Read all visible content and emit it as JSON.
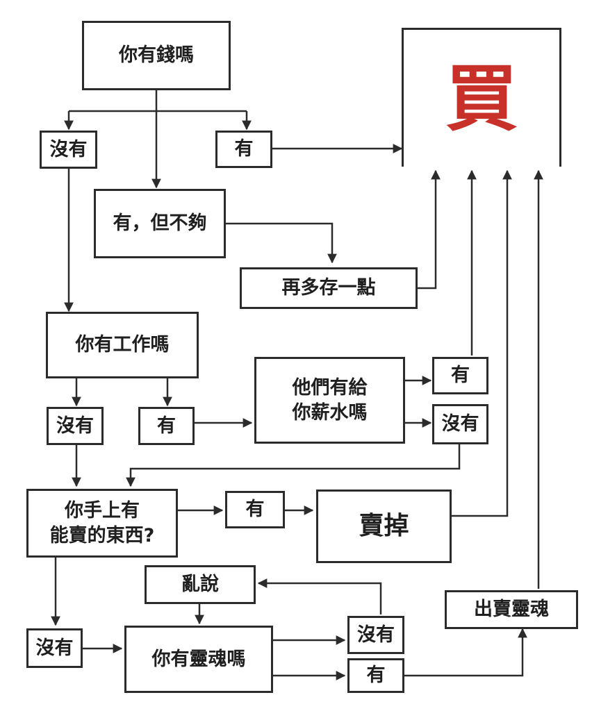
{
  "colors": {
    "line": "#2b2b2b",
    "buy_text": "#c8312a",
    "background": "#ffffff"
  },
  "nodes": {
    "have_money": "你有錢嗎",
    "buy": "買",
    "no_money": "沒有",
    "yes_money": "有",
    "not_enough": "有，但不夠",
    "save_more": "再多存一點",
    "have_job": "你有工作嗎",
    "no_job": "沒有",
    "yes_job": "有",
    "paid_line1": "他們有給",
    "paid_line2": "你薪水嗎",
    "paid_yes": "有",
    "paid_no": "沒有",
    "sellable_line1": "你手上有",
    "sellable_line2": "能賣的東西?",
    "sellable_yes": "有",
    "sell_it": "賣掉",
    "nonsense": "亂說",
    "sellable_no": "沒有",
    "have_soul": "你有靈魂嗎",
    "soul_no": "沒有",
    "soul_yes": "有",
    "sell_soul": "出賣靈魂"
  }
}
